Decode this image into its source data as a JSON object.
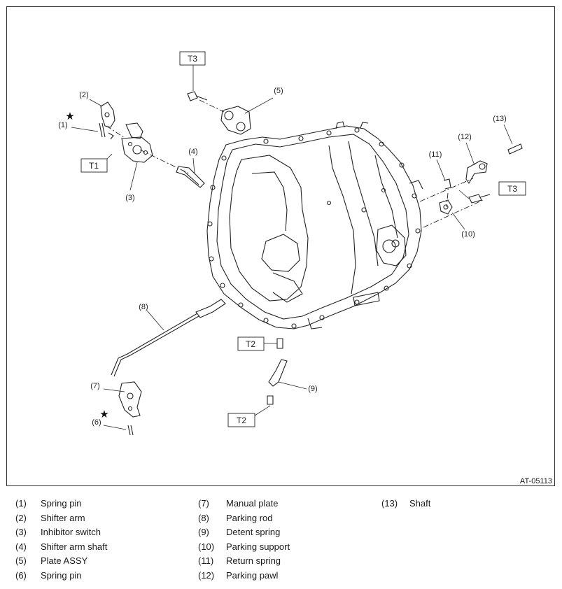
{
  "figure_code": "AT-05113",
  "torque_tags": {
    "t3_top": "T3",
    "t1": "T1",
    "t3_right": "T3",
    "t2_mid": "T2",
    "t2_bottom": "T2"
  },
  "callouts": {
    "c1": "(1)",
    "c2": "(2)",
    "c3": "(3)",
    "c4": "(4)",
    "c5": "(5)",
    "c6": "(6)",
    "c7": "(7)",
    "c8": "(8)",
    "c9": "(9)",
    "c10": "(10)",
    "c11": "(11)",
    "c12": "(12)",
    "c13": "(13)"
  },
  "stars": {
    "s1": "★",
    "s2": "★"
  },
  "legend": [
    {
      "num": "(1)",
      "text": "Spring pin"
    },
    {
      "num": "(2)",
      "text": "Shifter arm"
    },
    {
      "num": "(3)",
      "text": "Inhibitor switch"
    },
    {
      "num": "(4)",
      "text": "Shifter arm shaft"
    },
    {
      "num": "(5)",
      "text": "Plate ASSY"
    },
    {
      "num": "(6)",
      "text": "Spring pin"
    },
    {
      "num": "(7)",
      "text": "Manual plate"
    },
    {
      "num": "(8)",
      "text": "Parking rod"
    },
    {
      "num": "(9)",
      "text": "Detent spring"
    },
    {
      "num": "(10)",
      "text": "Parking support"
    },
    {
      "num": "(11)",
      "text": "Return spring"
    },
    {
      "num": "(12)",
      "text": "Parking pawl"
    },
    {
      "num": "(13)",
      "text": "Shaft"
    }
  ]
}
